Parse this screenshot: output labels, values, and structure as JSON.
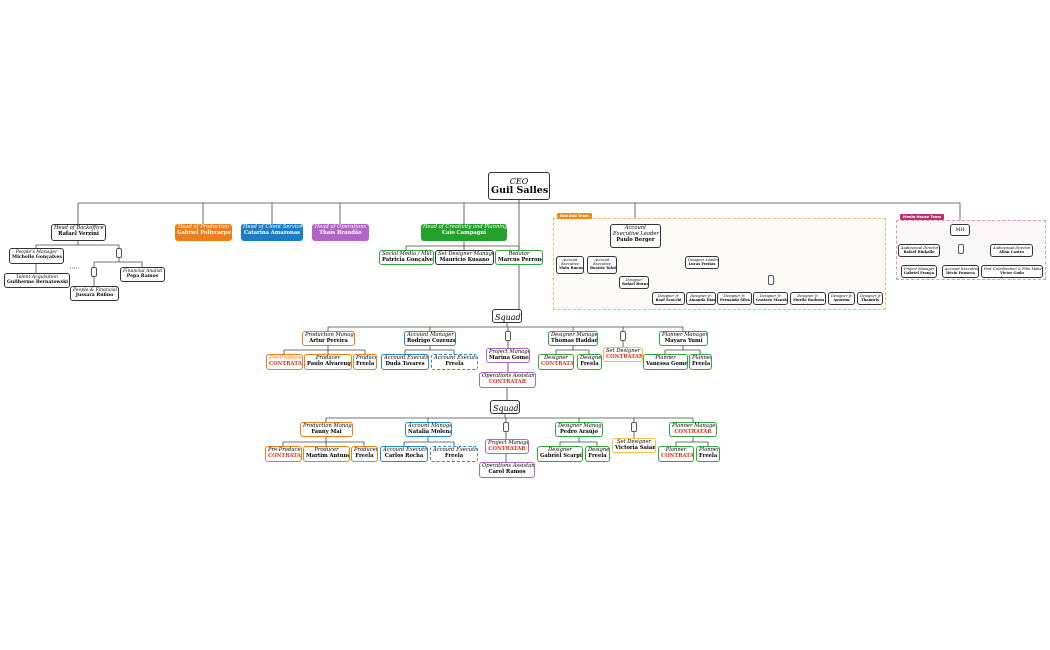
{
  "colors": {
    "line": "#444444",
    "orange": "#ef7d1a",
    "blue": "#1b7dc7",
    "purple": "#b163c8",
    "green": "#23a12b",
    "orange_border": "#ef7d1a",
    "blue_border": "#2a86c9",
    "green_border": "#31a341",
    "purple_border": "#a868c8",
    "yellow_border": "#f3c33b",
    "red_text": "#e8321d"
  },
  "ceo": {
    "role": "CEO",
    "name": "Guil Salles"
  },
  "backoffice": {
    "head": {
      "role": "Head of Backoffice",
      "name": "Rafael Verzini"
    },
    "people_manager": {
      "role": "People's Manager",
      "name": "Michelle Gonçalves"
    },
    "talent": {
      "role": "Talent Acquisition",
      "name": "Guilherme Bernatowski"
    },
    "financial_analyst": {
      "role": "Financial Analist",
      "name": "Pepa Ramos"
    },
    "people_financial": {
      "role": "People & Financial",
      "name": "Jussara Rufino"
    }
  },
  "heads": {
    "production": {
      "role": "Head of Production",
      "name": "Gabriel Pollycarpo"
    },
    "client_service": {
      "role": "Head of Client Service",
      "name": "Catarina Amazonas"
    },
    "operations": {
      "role": "Head of Operations",
      "name": "Thaís Brandão"
    },
    "creativity": {
      "role": "Head of Creativity and Planning",
      "name": "Caio Campagni"
    }
  },
  "creativity_team": {
    "social": {
      "role": "Social Media / Mkt",
      "name": "Patricia Gonçalves"
    },
    "set_designer": {
      "role": "Set Designer Manager",
      "name": "Mauricio Kusano"
    },
    "redator": {
      "role": "Redator",
      "name": "Marcus Perrone"
    }
  },
  "red_bull": {
    "tag": "Red Bull Team",
    "leader": {
      "role": "Account Executive Leader",
      "role_line1": "Account",
      "role_line2": "Executive Leader",
      "name": "Paulo Berger"
    },
    "ae1": {
      "role_line1": "Account",
      "role_line2": "Executive",
      "name": "Malu Bueno"
    },
    "ae2": {
      "role_line1": "Account",
      "role_line2": "Executive",
      "name": "Beatriz Toledo"
    },
    "designer_leader": {
      "role": "Designer Leader",
      "name": "Lucas Freitas"
    },
    "designer": {
      "role": "Designer",
      "name": "Rafael Burno"
    },
    "juniors": [
      {
        "role": "Designer Jr.",
        "name": "Raaf Scocchi"
      },
      {
        "role": "Designer Jr.",
        "name": "Amanda Dias"
      },
      {
        "role": "Designer Jr.",
        "name": "Fernando Silva"
      },
      {
        "role": "Designer Jr.",
        "name": "Gustavo Mansk"
      },
      {
        "role": "Designer Jr.",
        "name": "Murilo Barbosa"
      },
      {
        "role": "Designer Jr.",
        "name": "Ayuemu"
      },
      {
        "role": "Designer Jr.",
        "name": "Thamiris"
      }
    ]
  },
  "media_house": {
    "tag": "Media House Team",
    "mh": {
      "name": "MH"
    },
    "av_director1": {
      "role": "Audiovisual Director",
      "name": "Rafael Rinkallo"
    },
    "av_director2": {
      "role": "Audiovisual Director",
      "name": "Allan Castro"
    },
    "project_manager": {
      "role": "Project Manager",
      "name": "Gabriel França"
    },
    "account_exec": {
      "role": "Account Executive",
      "name": "Décio Fonseca"
    },
    "post_coord": {
      "role": "Post Coordination & Film Maker",
      "name": "Victor Godo"
    }
  },
  "squad1": {
    "label": "Squad1",
    "production_manager": {
      "role": "Production Manager",
      "name": "Artur Pereira"
    },
    "pre_producer": {
      "role": "Pre-Producer",
      "name": "CONTRATAR"
    },
    "producer1": {
      "role": "Producer",
      "name": "Paulo Alvarenga"
    },
    "producer2": {
      "role": "Producer",
      "name": "Freela"
    },
    "account_manager": {
      "role": "Account Manager",
      "name": "Rodrigo Cozenza*"
    },
    "ae1": {
      "role": "Account Executive",
      "name": "Duda Tavares"
    },
    "ae2": {
      "role": "Account Executive",
      "name": "Freela"
    },
    "project_manager": {
      "role": "Project Manager",
      "name": "Marina Gomes"
    },
    "ops_assistant": {
      "role": "Operations Assistant",
      "name": "CONTRATAR"
    },
    "designer_manager": {
      "role": "Designer Manager",
      "name": "Thomas Haddad*"
    },
    "designer1": {
      "role": "Designer",
      "name": "CONTRATAR"
    },
    "designer2": {
      "role": "Designer",
      "name": "Freela"
    },
    "set_designer": {
      "role": "Set Designer",
      "name": "CONTRATAR"
    },
    "planner_manager": {
      "role": "Planner Manager",
      "name": "Mayara Yumi"
    },
    "planner1": {
      "role": "Planner",
      "name": "Vanessa Gomes"
    },
    "planner2": {
      "role": "Planner",
      "name": "Freela"
    }
  },
  "squad2": {
    "label": "Squad2",
    "production_manager": {
      "role": "Production Manager",
      "name": "Fanny Mai"
    },
    "pre_producer": {
      "role": "Pre-Producer",
      "name": "CONTRATAR"
    },
    "producer1": {
      "role": "Producer",
      "name": "Martim Antunes"
    },
    "producer2": {
      "role": "Producer",
      "name": "Freela"
    },
    "account_manager": {
      "role": "Account Manager",
      "name": "Natalia Molena"
    },
    "ae1": {
      "role": "Account Executive",
      "name": "Carlos Rocha"
    },
    "ae2": {
      "role": "Account Executive",
      "name": "Freela"
    },
    "project_manager": {
      "role": "Project Manager",
      "name": "CONTRATAR"
    },
    "ops_assistant": {
      "role": "Operations Assistant",
      "name": "Carol Ramos"
    },
    "designer_manager": {
      "role": "Designer Manager",
      "name": "Pedro Araújo"
    },
    "designer1": {
      "role": "Designer",
      "name": "Gabriel Scarpim"
    },
    "designer2": {
      "role": "Designer",
      "name": "Freela"
    },
    "set_designer": {
      "role": "Set Designer",
      "name": "Victoria Saiani"
    },
    "planner_manager": {
      "role": "Planner Manager",
      "name": "CONTRATAR"
    },
    "planner1": {
      "role": "Planner",
      "name": "CONTRATAR"
    },
    "planner2": {
      "role": "Planner",
      "name": "Freela"
    }
  }
}
